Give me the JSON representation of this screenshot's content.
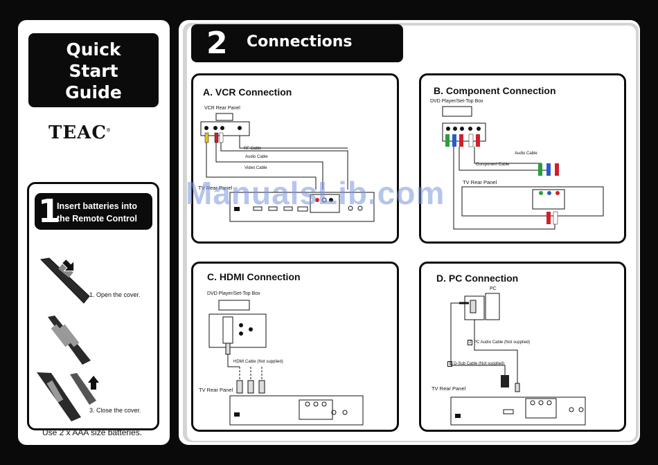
{
  "guide": {
    "title_lines": [
      "Quick",
      "Start",
      "Guide"
    ],
    "brand": "TEAC",
    "brand_mark": "®"
  },
  "step1": {
    "number": "1",
    "title_line1": "Insert batteries into",
    "title_line2": "the Remote Control",
    "captions": [
      "1. Open the cover.",
      "3. Close the cover."
    ],
    "note": "Use 2 x AAA size batteries."
  },
  "step2": {
    "number": "2",
    "title": "Connections"
  },
  "vcr": {
    "title": "A. VCR Connection",
    "rear_panel": "VCR Rear Panel",
    "rf_cable": "RF Cable",
    "audio_cable": "Audio Cable",
    "video_cable": "Video Cable",
    "tv_label": "TV Rear Panel"
  },
  "component": {
    "title": "B. Component Connection",
    "device": "DVD Player/Set-Top Box",
    "audio_cable": "Audio Cable",
    "component_cable": "Component Cable",
    "tv_label": "TV Rear Panel"
  },
  "hdmi": {
    "title": "C. HDMI Connection",
    "device": "DVD Player/Set-Top Box",
    "cable": "HDMI Cable (Not supplied)",
    "tv_label": "TV Rear Panel"
  },
  "pc": {
    "title": "D. PC Connection",
    "device": "PC",
    "audio_cable_num": "2",
    "audio_cable": "PC Audio Cable (Not supplied)",
    "dsub_num": "1",
    "dsub_cable": "D-Sub Cable (Not supplied)",
    "tv_label": "TV Rear Panel"
  },
  "watermark": "ManualsLib.com",
  "colors": {
    "background": "#0a0a0a",
    "header": "#0b0b0b",
    "accent_red": "#d0202a",
    "accent_green": "#2e9d3c",
    "accent_blue": "#2a5cc8",
    "accent_yellow": "#e8c21a"
  }
}
